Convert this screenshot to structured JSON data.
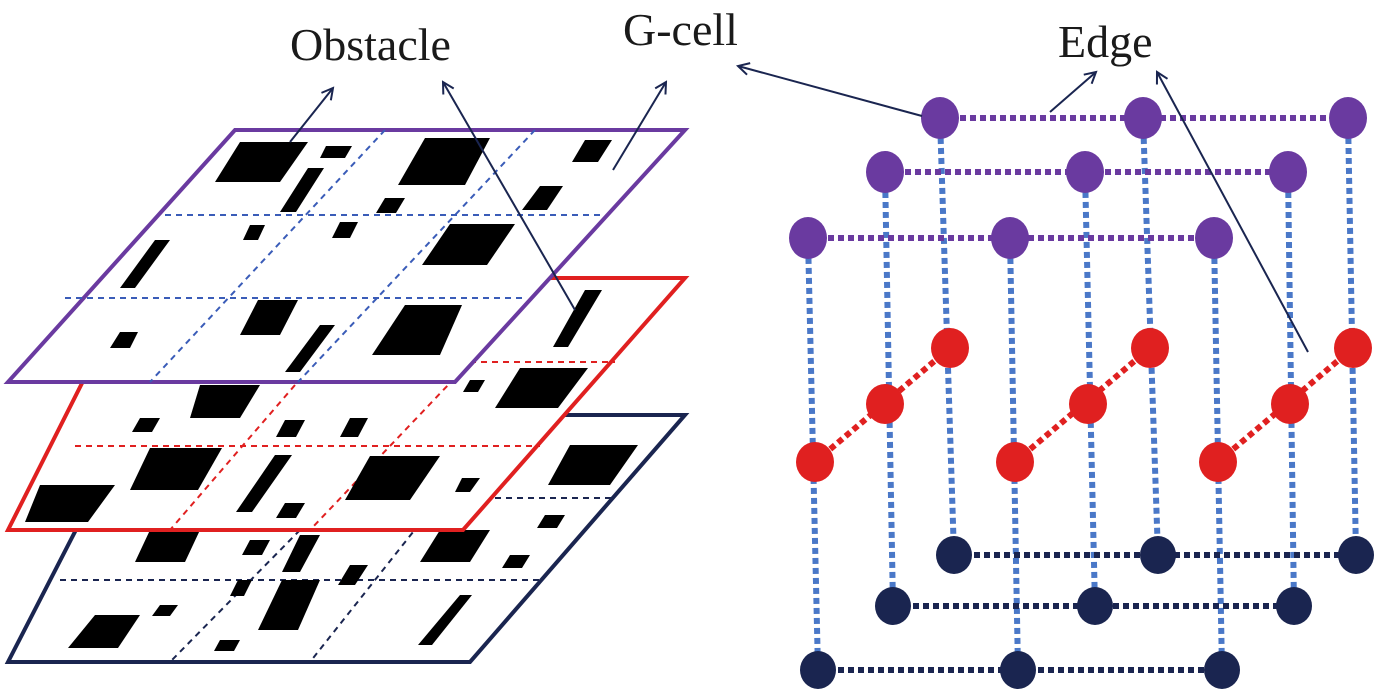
{
  "labels": {
    "obstacle": "Obstacle",
    "gcell": "G-cell",
    "edge": "Edge"
  },
  "colors": {
    "top_layer": "#6a3aa0",
    "middle_layer": "#e02020",
    "bottom_layer": "#1a2550",
    "vertical_edge": "#4a78c8",
    "obstacle_fill": "#000000",
    "arrow": "#1a2550"
  },
  "layers": [
    "top",
    "middle",
    "bottom"
  ],
  "icons": {
    "plane_obstacle": "filled-parallelogram",
    "graph_node": "filled-circle",
    "graph_edge": "dotted-line",
    "pointer": "arrow"
  }
}
